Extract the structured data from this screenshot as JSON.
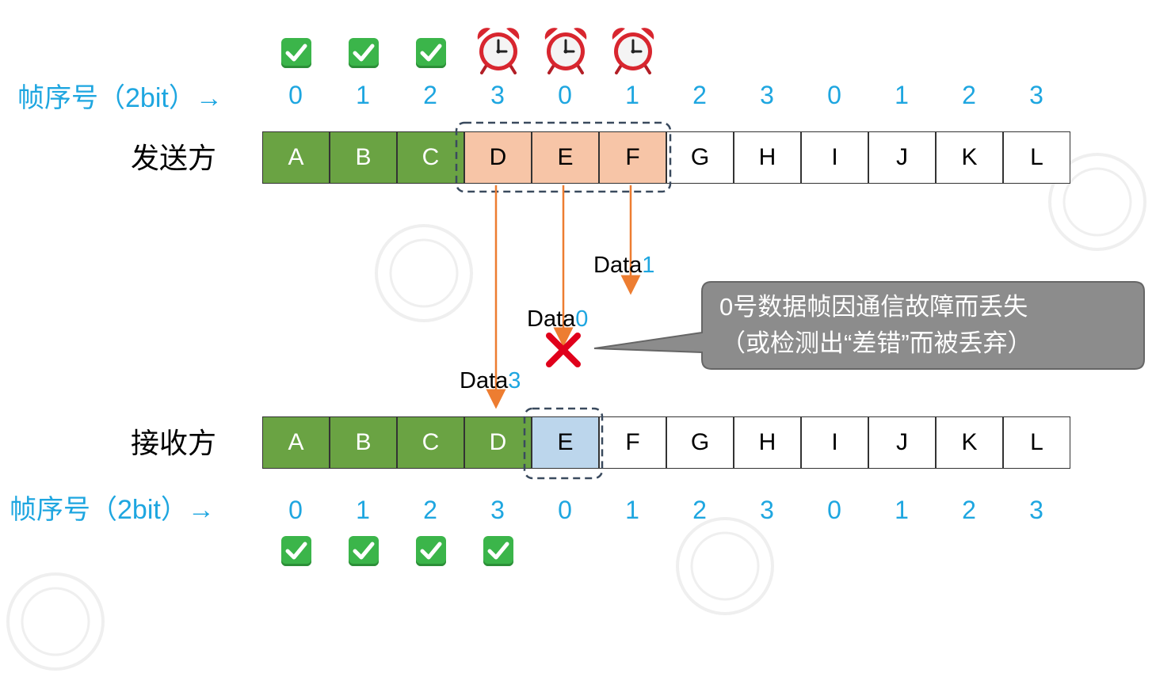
{
  "top": {
    "seq_label": "帧序号（2bit）→",
    "seq_numbers": [
      "0",
      "1",
      "2",
      "3",
      "0",
      "1",
      "2",
      "3",
      "0",
      "1",
      "2",
      "3"
    ],
    "party_label": "发送方",
    "frames": [
      "A",
      "B",
      "C",
      "D",
      "E",
      "F",
      "G",
      "H",
      "I",
      "J",
      "K",
      "L"
    ],
    "status_icons": [
      "check-icon",
      "check-icon",
      "check-icon",
      "alarm-clock-icon",
      "alarm-clock-icon",
      "alarm-clock-icon"
    ]
  },
  "bottom": {
    "seq_label": "帧序号（2bit）→",
    "seq_numbers": [
      "0",
      "1",
      "2",
      "3",
      "0",
      "1",
      "2",
      "3",
      "0",
      "1",
      "2",
      "3"
    ],
    "party_label": "接收方",
    "frames": [
      "A",
      "B",
      "C",
      "D",
      "E",
      "F",
      "G",
      "H",
      "I",
      "J",
      "K",
      "L"
    ],
    "status_icons": [
      "check-icon",
      "check-icon",
      "check-icon",
      "check-icon"
    ]
  },
  "transmissions": [
    {
      "prefix": "Data",
      "num": "3"
    },
    {
      "prefix": "Data",
      "num": "0"
    },
    {
      "prefix": "Data",
      "num": "1"
    }
  ],
  "callout": {
    "line1": "0号数据帧因通信故障而丢失",
    "line2": "（或检测出“差错”而被丢弃）"
  },
  "colors": {
    "acked_green": "#6aa343",
    "send_window_orange": "#f7c5a7",
    "recv_window_blue": "#bcd6ec",
    "seq_blue": "#1ea6e0",
    "arrow_orange": "#ed7d31",
    "lost_red": "#e0001b",
    "callout_gray": "#8c8c8c"
  }
}
